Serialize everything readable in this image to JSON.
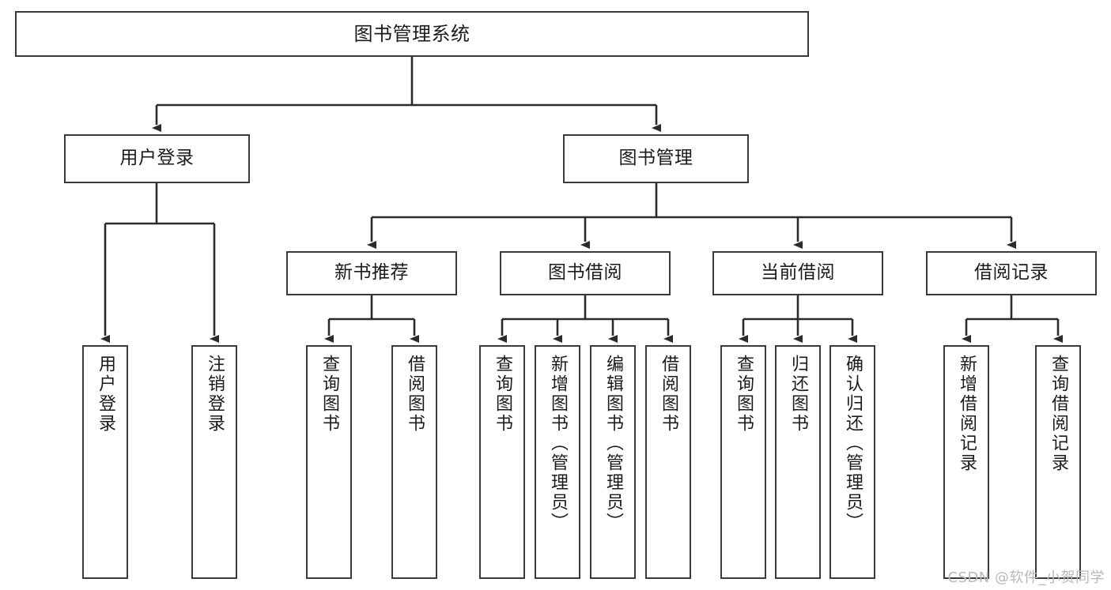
{
  "diagram": {
    "title": "图书管理系统",
    "type": "tree",
    "orientation": "top-down",
    "colors": {
      "box_border": "#3a3a3a",
      "box_fill": "#ffffff",
      "edge": "#2b2b2b",
      "text": "#1b1b1b",
      "watermark": "#b9b9b9",
      "background": "#ffffff"
    },
    "nodes": {
      "root": {
        "label": "图书管理系统"
      },
      "level2": [
        {
          "id": "user-login",
          "label": "用户登录"
        },
        {
          "id": "book-manage",
          "label": "图书管理"
        }
      ],
      "level3": [
        {
          "id": "new-book-rec",
          "label": "新书推荐"
        },
        {
          "id": "book-borrow",
          "label": "图书借阅"
        },
        {
          "id": "current-borrow",
          "label": "当前借阅"
        },
        {
          "id": "borrow-record",
          "label": "借阅记录"
        }
      ],
      "leaves": {
        "user_login": [
          {
            "id": "leaf-user-login",
            "label": "用户登录"
          },
          {
            "id": "leaf-user-logout",
            "label": "注销登录"
          }
        ],
        "new_book_rec": [
          {
            "id": "leaf-query-book-1",
            "label": "查询图书"
          },
          {
            "id": "leaf-borrow-book-1",
            "label": "借阅图书"
          }
        ],
        "book_borrow": [
          {
            "id": "leaf-query-book-2",
            "label": "查询图书"
          },
          {
            "id": "leaf-add-book",
            "label": "新增图书（管理员）"
          },
          {
            "id": "leaf-edit-book",
            "label": "编辑图书（管理员）"
          },
          {
            "id": "leaf-borrow-book-2",
            "label": "借阅图书"
          }
        ],
        "current_borrow": [
          {
            "id": "leaf-query-book-3",
            "label": "查询图书"
          },
          {
            "id": "leaf-return-book",
            "label": "归还图书"
          },
          {
            "id": "leaf-confirm-return",
            "label": "确认归还（管理员）"
          }
        ],
        "borrow_record": [
          {
            "id": "leaf-add-record",
            "label": "新增借阅记录"
          },
          {
            "id": "leaf-query-record",
            "label": "查询借阅记录"
          }
        ]
      }
    }
  },
  "watermark": {
    "text": "CSDN @软件_小贺同学"
  }
}
